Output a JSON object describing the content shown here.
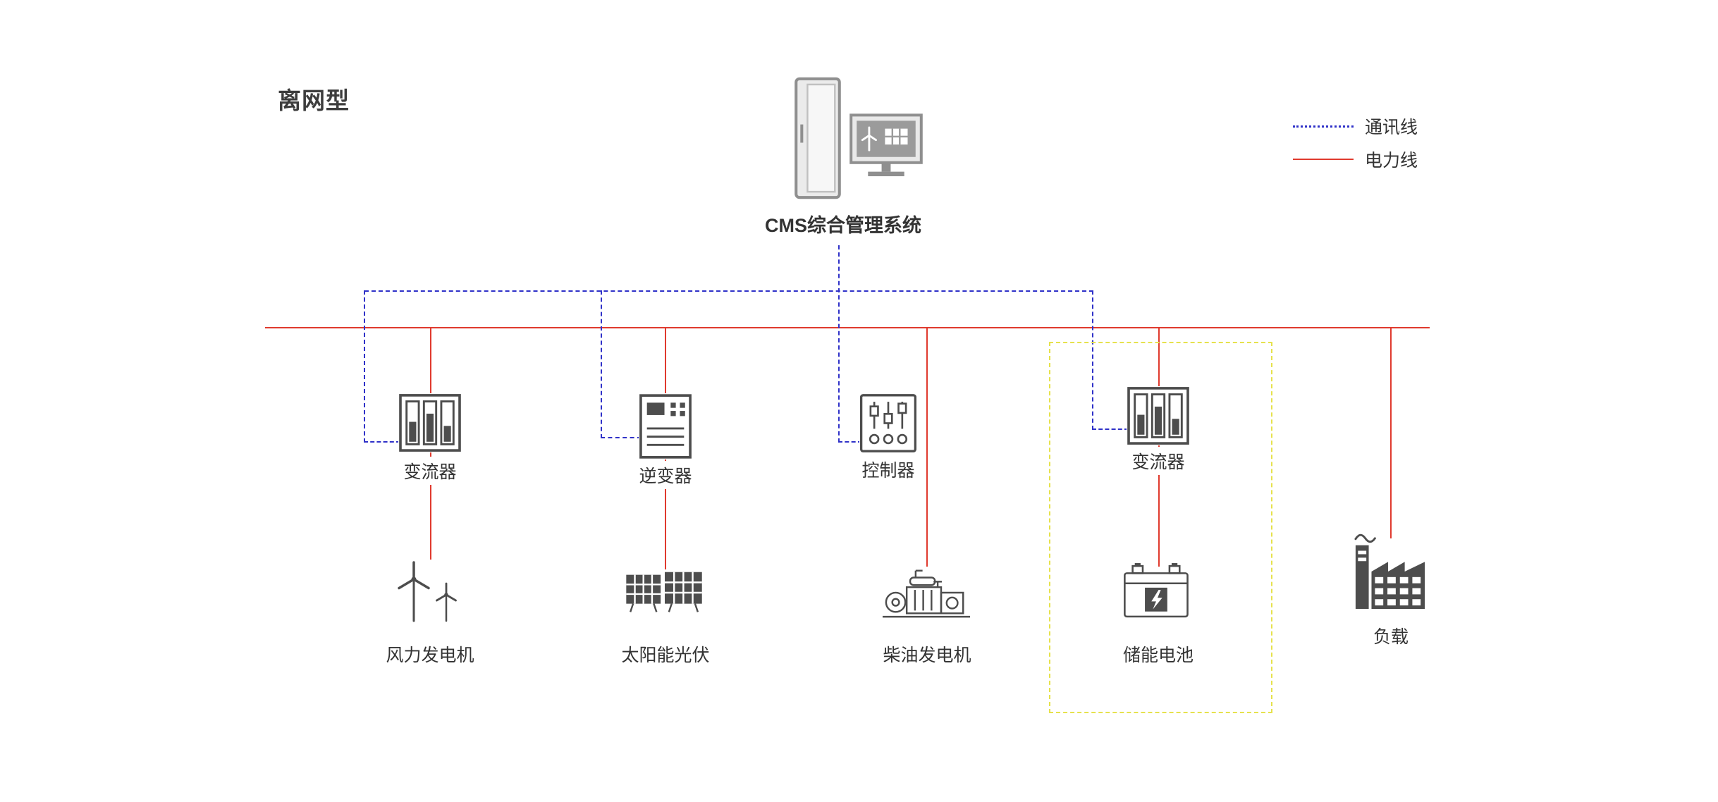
{
  "title": "离网型",
  "cms": {
    "label": "CMS综合管理系统"
  },
  "legend": {
    "comm_label": "通讯线",
    "power_label": "电力线"
  },
  "colors": {
    "comm": "#2f31c8",
    "power": "#e03a2e",
    "storage": "#e6e24d",
    "icon": "#4d4d4d",
    "text": "#333333"
  },
  "devices": [
    {
      "id": "converter-1",
      "label": "变流器"
    },
    {
      "id": "inverter",
      "label": "逆变器"
    },
    {
      "id": "controller",
      "label": "控制器"
    },
    {
      "id": "converter-2",
      "label": "变流器"
    }
  ],
  "units": [
    {
      "id": "wind",
      "label": "风力发电机"
    },
    {
      "id": "solar",
      "label": "太阳能光伏"
    },
    {
      "id": "diesel",
      "label": "柴油发电机"
    },
    {
      "id": "battery",
      "label": "储能电池"
    },
    {
      "id": "load",
      "label": "负载"
    }
  ]
}
